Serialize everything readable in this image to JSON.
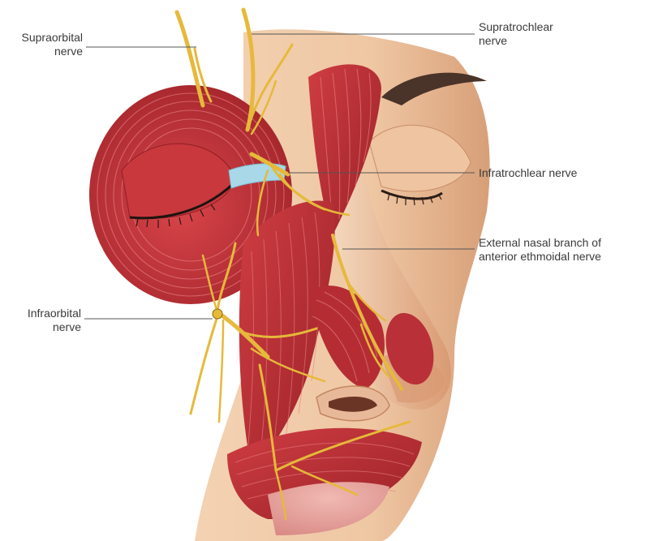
{
  "labels": {
    "supraorbital": {
      "line1": "Supraorbital",
      "line2": "nerve"
    },
    "supratrochlear": {
      "line1": "Supratrochlear",
      "line2": "nerve"
    },
    "infratrochlear": {
      "line1": "Infratrochlear nerve"
    },
    "external_nasal": {
      "line1": "External nasal branch of",
      "line2": "anterior ethmoidal nerve"
    },
    "infraorbital": {
      "line1": "Infraorbital",
      "line2": "nerve"
    }
  },
  "colors": {
    "skin": "#f0c9a6",
    "skin_shadow": "#d9a07a",
    "muscle": "#c0353a",
    "muscle_dark": "#8e1f25",
    "muscle_light": "#e2767a",
    "nerve": "#e6b93a",
    "nerve_light": "#f6dc7a",
    "tendon": "#a9d8e8",
    "leader": "#555555",
    "brow": "#3a2a22",
    "lips": "#e8a6a2"
  }
}
